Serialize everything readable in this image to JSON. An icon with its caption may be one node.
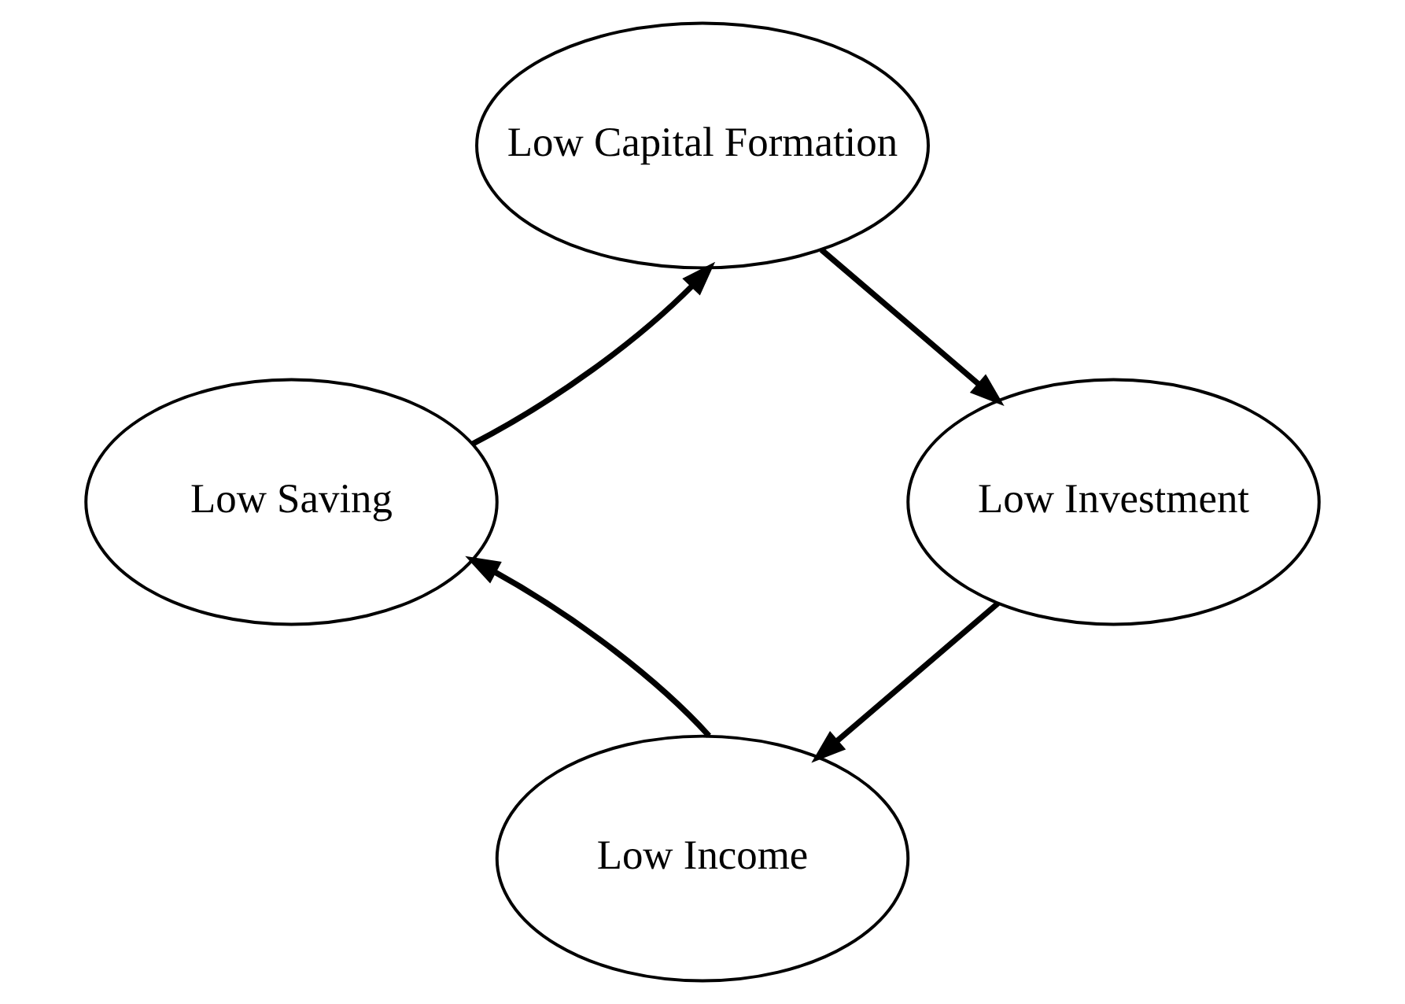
{
  "diagram": {
    "nodes": [
      {
        "text": [
          "Low Capital Formation"
        ]
      },
      {
        "text": [
          "Low Investment"
        ]
      },
      {
        "text": [
          "Low Income"
        ]
      },
      {
        "text": [
          "Low Saving"
        ]
      }
    ],
    "edges": [
      {
        "from": 0,
        "to": 1,
        "arrow": "to"
      },
      {
        "from": 1,
        "to": 2,
        "arrow": "to"
      },
      {
        "from": 2,
        "to": 3,
        "arrow": "to"
      },
      {
        "from": 3,
        "to": 0,
        "arrow": "to"
      }
    ]
  }
}
